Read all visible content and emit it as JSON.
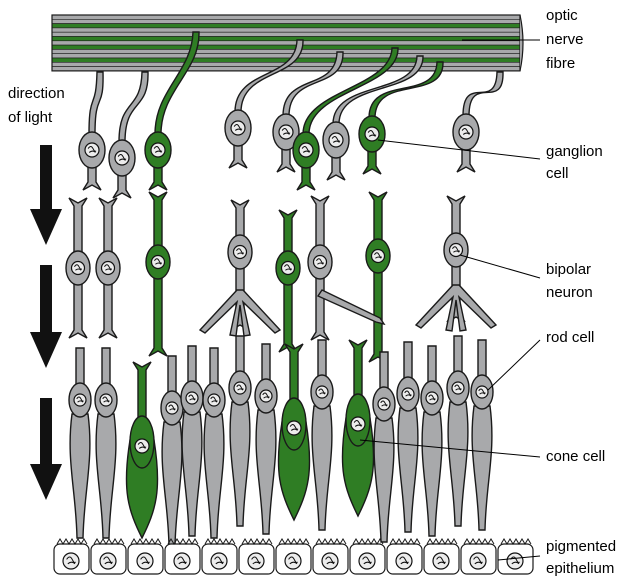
{
  "colors": {
    "grey_cell": "#a8a9ab",
    "green_cell": "#2f7d24",
    "outline": "#1a1a1a",
    "nucleus": "#ececec",
    "arrow": "#111111",
    "background": "#ffffff"
  },
  "icons": [
    "down-arrow-icon",
    "down-arrow-icon",
    "down-arrow-icon"
  ],
  "labels": {
    "direction_line1": "direction",
    "direction_line2": "of light",
    "optic_line1": "optic",
    "optic_line2": "nerve",
    "optic_line3": "fibre",
    "ganglion_line1": "ganglion",
    "ganglion_line2": "cell",
    "bipolar_line1": "bipolar",
    "bipolar_line2": "neuron",
    "rod": "rod cell",
    "cone": "cone cell",
    "pigment_line1": "pigmented",
    "pigment_line2": "epithelium"
  }
}
